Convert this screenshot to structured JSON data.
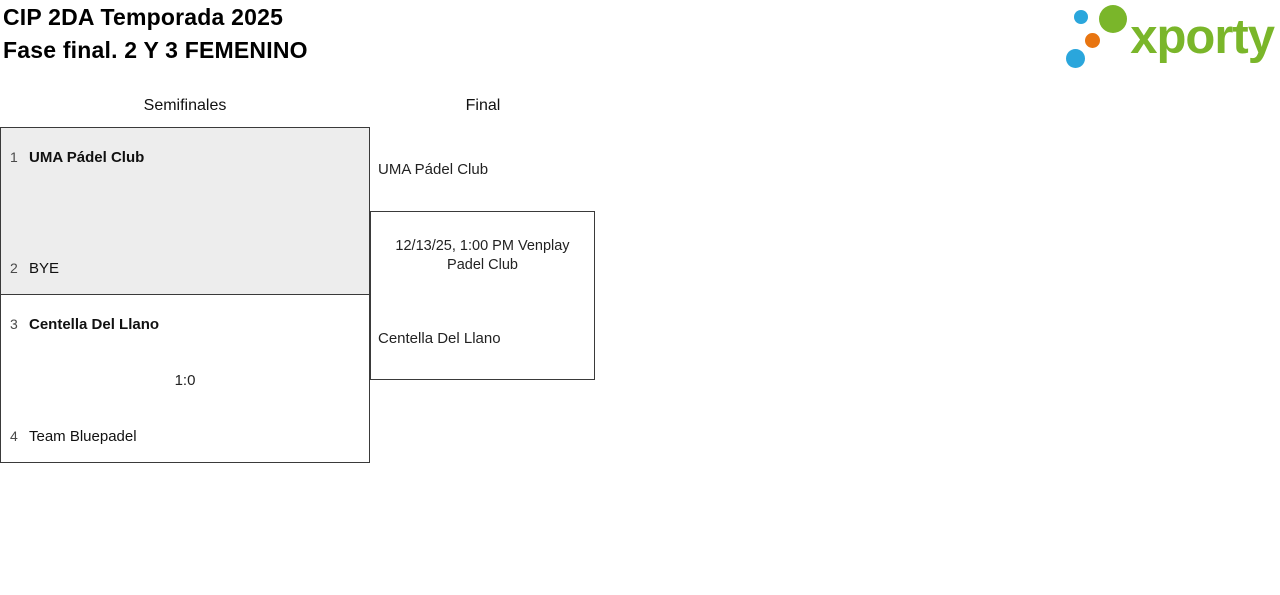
{
  "header": {
    "title": "CIP 2DA Temporada 2025",
    "subtitle": "Fase final. 2 Y 3 FEMENINO"
  },
  "logo": {
    "text": "xporty",
    "colors": {
      "green": "#7ab62a",
      "blue": "#2aa6dc",
      "orange": "#e87511"
    }
  },
  "bracket": {
    "round_headers": [
      {
        "label": "Semifinales"
      },
      {
        "label": "Final"
      }
    ],
    "semifinal_1": {
      "participants": [
        {
          "seed": "1",
          "name": "UMA Pádel Club",
          "winner": true
        },
        {
          "seed": "2",
          "name": "BYE",
          "winner": false
        }
      ]
    },
    "semifinal_2": {
      "score": "1:0",
      "participants": [
        {
          "seed": "3",
          "name": "Centella Del Llano",
          "winner": true
        },
        {
          "seed": "4",
          "name": "Team Bluepadel",
          "winner": false
        }
      ]
    },
    "final": {
      "schedule": "12/13/25, 1:00 PM Venplay Padel Club",
      "participants": [
        {
          "name": "UMA Pádel Club"
        },
        {
          "name": "Centella Del Llano"
        }
      ]
    },
    "styles": {
      "bye_match_background": "#ededed",
      "border_color": "#3a3a3a"
    }
  }
}
